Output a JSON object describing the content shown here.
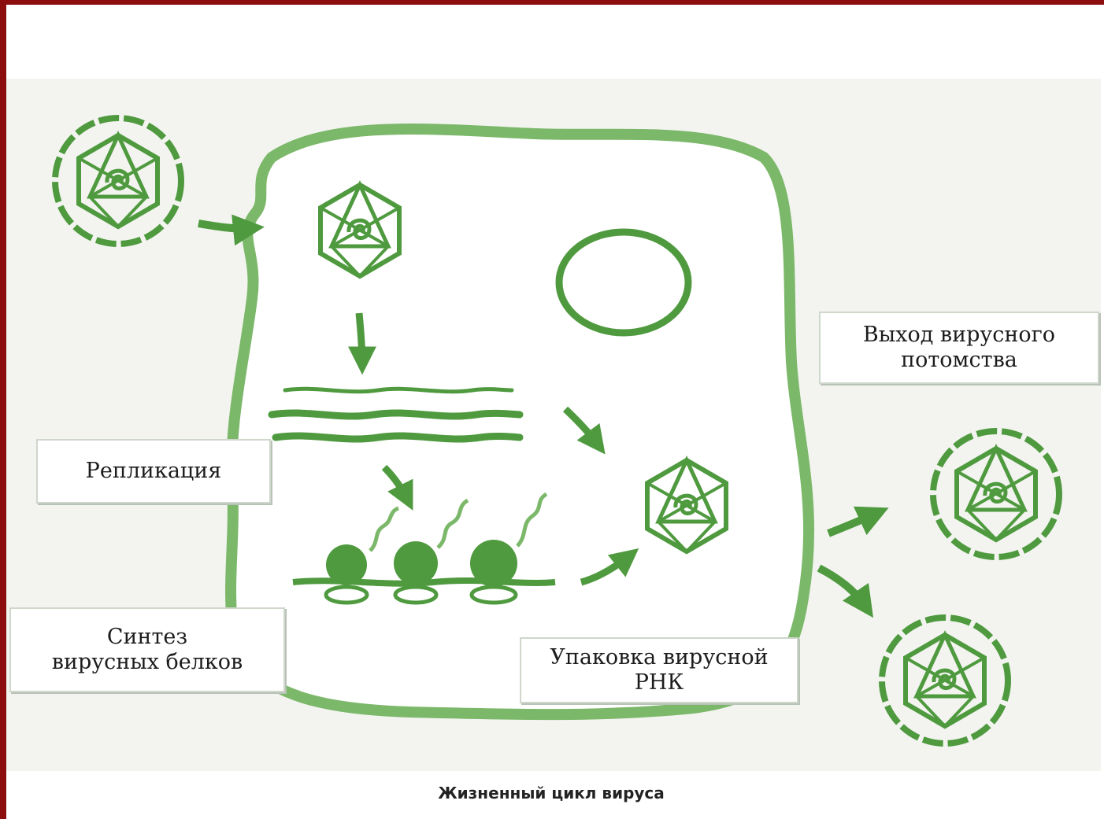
{
  "diagram": {
    "labels": {
      "replication": "Репликация",
      "protein_synthesis": "Синтез\nвирусных белков",
      "packaging": "Упаковка вирусной\nРНК",
      "release": "Выход вирусного\nпотомства"
    },
    "caption": "Жизненный цикл вируса"
  },
  "colors": {
    "accent": "#4f9a3f",
    "frame": "#8b0d0d"
  }
}
